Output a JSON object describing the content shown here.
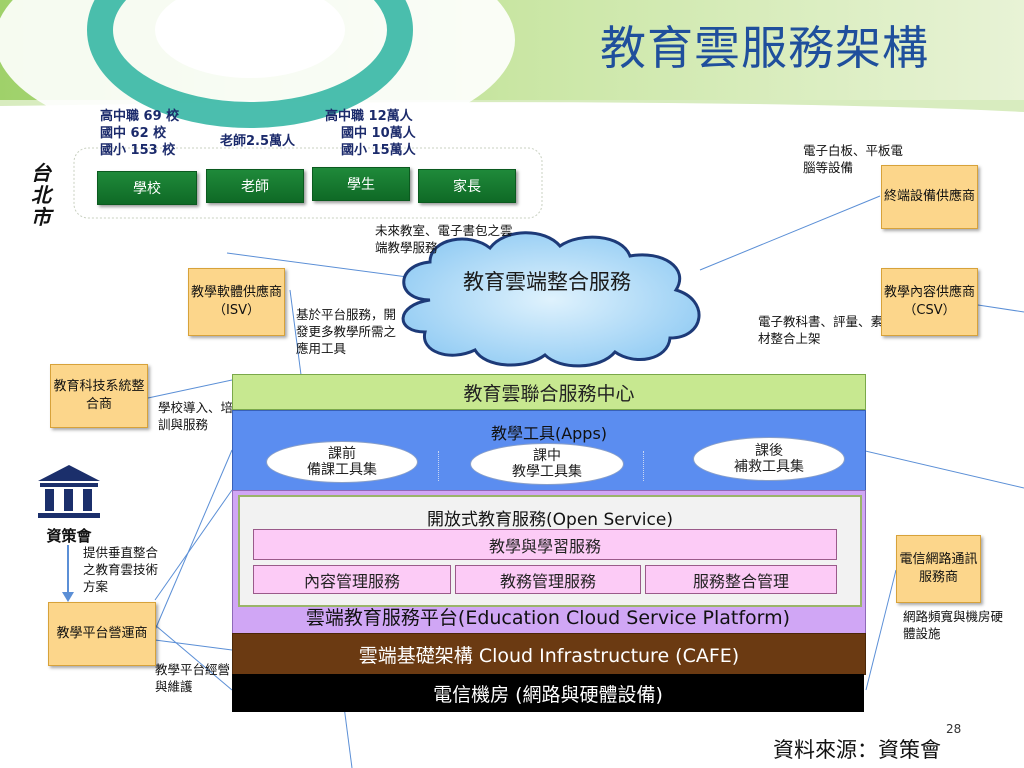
{
  "title": "教育雲服務架構",
  "stats": {
    "schools": [
      "高中職 69 校",
      "國中 62 校",
      "國小 153 校"
    ],
    "teachers": "老師2.5萬人",
    "students": [
      "高中職 12萬人",
      "國中 10萬人",
      "國小 15萬人"
    ]
  },
  "city_label": "台北市",
  "user_buttons": [
    "學校",
    "老師",
    "學生",
    "家長"
  ],
  "cloud_label": "教育雲端整合服務",
  "notes": {
    "future_classroom": "未來教室、電子書包之雲端教學服務",
    "devices": "電子白板、平板電腦等設備",
    "platform_apps": "基於平台服務，開發更多教學所需之應用工具",
    "content": "電子教科書、評量、素材整合上架",
    "school_import": "學校導入、培訓與服務",
    "vertical": "提供垂直整合之教育雲技術方案",
    "operation": "教學平台經營與維護",
    "network": "網路頻寬與機房硬體設施"
  },
  "providers": {
    "terminal": "終端設備供應商",
    "isv": "教學軟體供應商（ISV）",
    "content": "教學內容供應商（CSV）",
    "integrator": "教育科技系統整合商",
    "telecom": "電信網路通訊服務商",
    "platform_operator": "教學平台營運商"
  },
  "institute": "資策會",
  "layers": {
    "federation": "教育雲聯合服務中心",
    "apps_title": "教學工具(Apps)",
    "apps": [
      {
        "title": "課前",
        "sub": "備課工具集"
      },
      {
        "title": "課中",
        "sub": "教學工具集"
      },
      {
        "title": "課後",
        "sub": "補救工具集"
      }
    ],
    "open_service": "開放式教育服務(Open Service)",
    "teach_learn": "教學與學習服務",
    "services": [
      "內容管理服務",
      "教務管理服務",
      "服務整合管理"
    ],
    "platform": "雲端教育服務平台(Education Cloud Service Platform)",
    "infra": "雲端基礎架構 Cloud Infrastructure (CAFE)",
    "telecom_room": "電信機房 (網路與硬體設備)"
  },
  "page_number": "28",
  "source": "資料來源：資策會",
  "colors": {
    "title": "#1f4f9c",
    "green_button": "#1f8a3a",
    "orange_box": "#fcd68b",
    "federation": "#c7e890",
    "apps_layer": "#5b8df0",
    "platform_layer": "#d0a6f5",
    "infra_layer": "#6b3a12",
    "telecom_layer": "#000000",
    "pink_box": "#fccbf6",
    "cloud": "#a8d8f8"
  }
}
